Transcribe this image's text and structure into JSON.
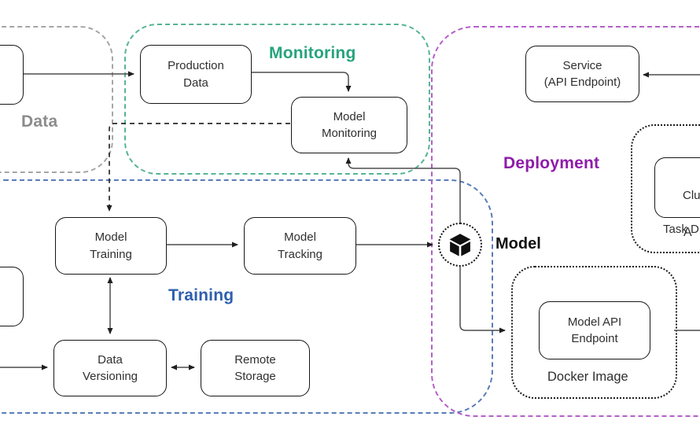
{
  "regions": {
    "data": {
      "label": "Data",
      "label_color": "#8c8c8c",
      "border_color": "#a6a6a6",
      "border_style": "dashed"
    },
    "monitoring": {
      "label": "Monitoring",
      "label_color": "#26a37d",
      "border_color": "#57b493",
      "border_style": "dashed"
    },
    "training": {
      "label": "Training",
      "label_color": "#2e5fae",
      "border_color": "#5a7cb8",
      "border_style": "dashed"
    },
    "deployment": {
      "label": "Deployment",
      "label_color": "#8e1ca9",
      "border_color": "#b45fc8",
      "border_style": "dashed"
    }
  },
  "groups": {
    "docker_image": {
      "label": "Docker Image",
      "border_style": "dotted"
    },
    "cluster": {
      "label_truncated": "A",
      "border_style": "dotted"
    }
  },
  "nodes": {
    "production_data": {
      "label": "Production\nData"
    },
    "model_monitoring": {
      "label": "Model\nMonitoring"
    },
    "service": {
      "label": "Service\n(API Endpoint)"
    },
    "model_training": {
      "label": "Model\nTraining"
    },
    "model_tracking": {
      "label": "Model\nTracking"
    },
    "data_versioning": {
      "label": "Data\nVersioning"
    },
    "remote_storage": {
      "label": "Remote\nStorage"
    },
    "model_api_endpoint": {
      "label": "Model API\nEndpoint"
    },
    "cluster_task_definition": {
      "line1": "Clu",
      "line2": "Task D"
    },
    "model_artifact": {
      "label": "Model",
      "icon": "package-cube-icon"
    }
  },
  "edges": [
    {
      "from": "offscreen-left-box",
      "to": "production_data",
      "style": "solid",
      "arrow": "end"
    },
    {
      "from": "production_data",
      "to": "model_monitoring",
      "style": "solid",
      "arrow": "end"
    },
    {
      "from": "model_monitoring",
      "to": "model_training",
      "style": "dashed",
      "arrow": "end"
    },
    {
      "from": "model_artifact",
      "to": "model_monitoring",
      "style": "solid",
      "arrow": "end"
    },
    {
      "from": "model_training",
      "to": "model_tracking",
      "style": "solid",
      "arrow": "end"
    },
    {
      "from": "model_tracking",
      "to": "model_artifact",
      "style": "solid",
      "arrow": "end"
    },
    {
      "from": "model_artifact",
      "to": "docker_image",
      "style": "solid",
      "arrow": "end"
    },
    {
      "from": "docker_image",
      "to": "offscreen-right",
      "style": "solid",
      "arrow": "none"
    },
    {
      "from": "offscreen-right",
      "to": "service",
      "style": "solid",
      "arrow": "end"
    },
    {
      "from": "model_training",
      "to": "data_versioning",
      "style": "solid",
      "arrow": "both"
    },
    {
      "from": "data_versioning",
      "to": "remote_storage",
      "style": "solid",
      "arrow": "both"
    },
    {
      "from": "offscreen-left",
      "to": "data_versioning",
      "style": "solid",
      "arrow": "end"
    }
  ]
}
